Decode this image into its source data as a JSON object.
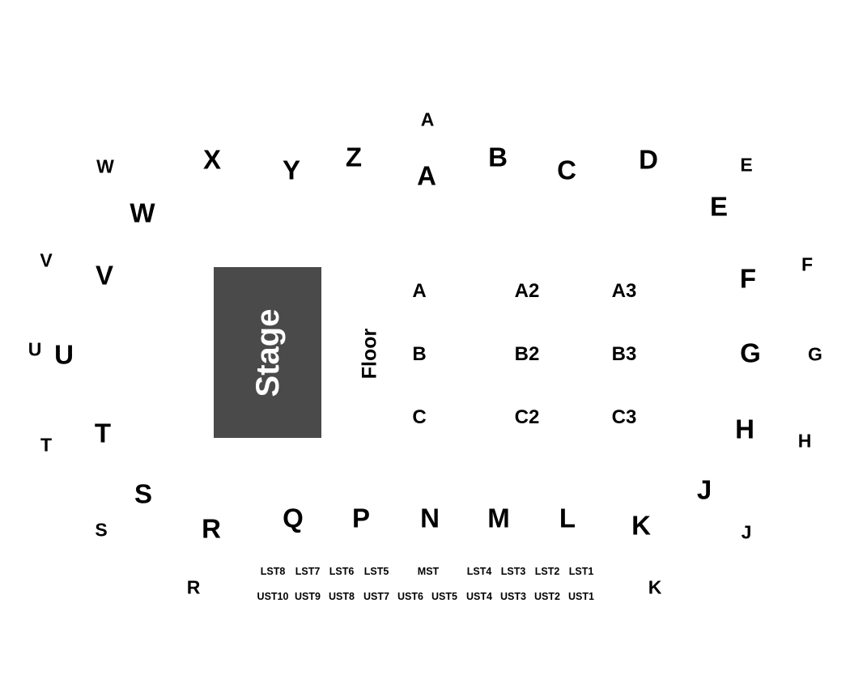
{
  "colors": {
    "stage_fill": "#4a4a4a",
    "stage_text": "#ffffff",
    "label_text": "#000000",
    "background": "#ffffff"
  },
  "stage": {
    "label": "Stage"
  },
  "floor": {
    "label": "Floor",
    "sections": [
      "A",
      "A2",
      "A3",
      "B",
      "B2",
      "B3",
      "C",
      "C2",
      "C3"
    ]
  },
  "inner_sections": [
    "X",
    "Y",
    "Z",
    "A",
    "B",
    "C",
    "D",
    "E",
    "W",
    "V",
    "U",
    "T",
    "S",
    "R",
    "Q",
    "P",
    "N",
    "M",
    "L",
    "K",
    "J",
    "F",
    "G",
    "H"
  ],
  "outer_sections": [
    "W",
    "A",
    "E",
    "V",
    "F",
    "U",
    "G",
    "T",
    "H",
    "S",
    "J",
    "R",
    "K"
  ],
  "lower_stage_sections": [
    "LST8",
    "LST7",
    "LST6",
    "LST5",
    "MST",
    "LST4",
    "LST3",
    "LST2",
    "LST1"
  ],
  "upper_stage_sections": [
    "UST10",
    "UST9",
    "UST8",
    "UST7",
    "UST6",
    "UST5",
    "UST4",
    "UST3",
    "UST2",
    "UST1"
  ]
}
